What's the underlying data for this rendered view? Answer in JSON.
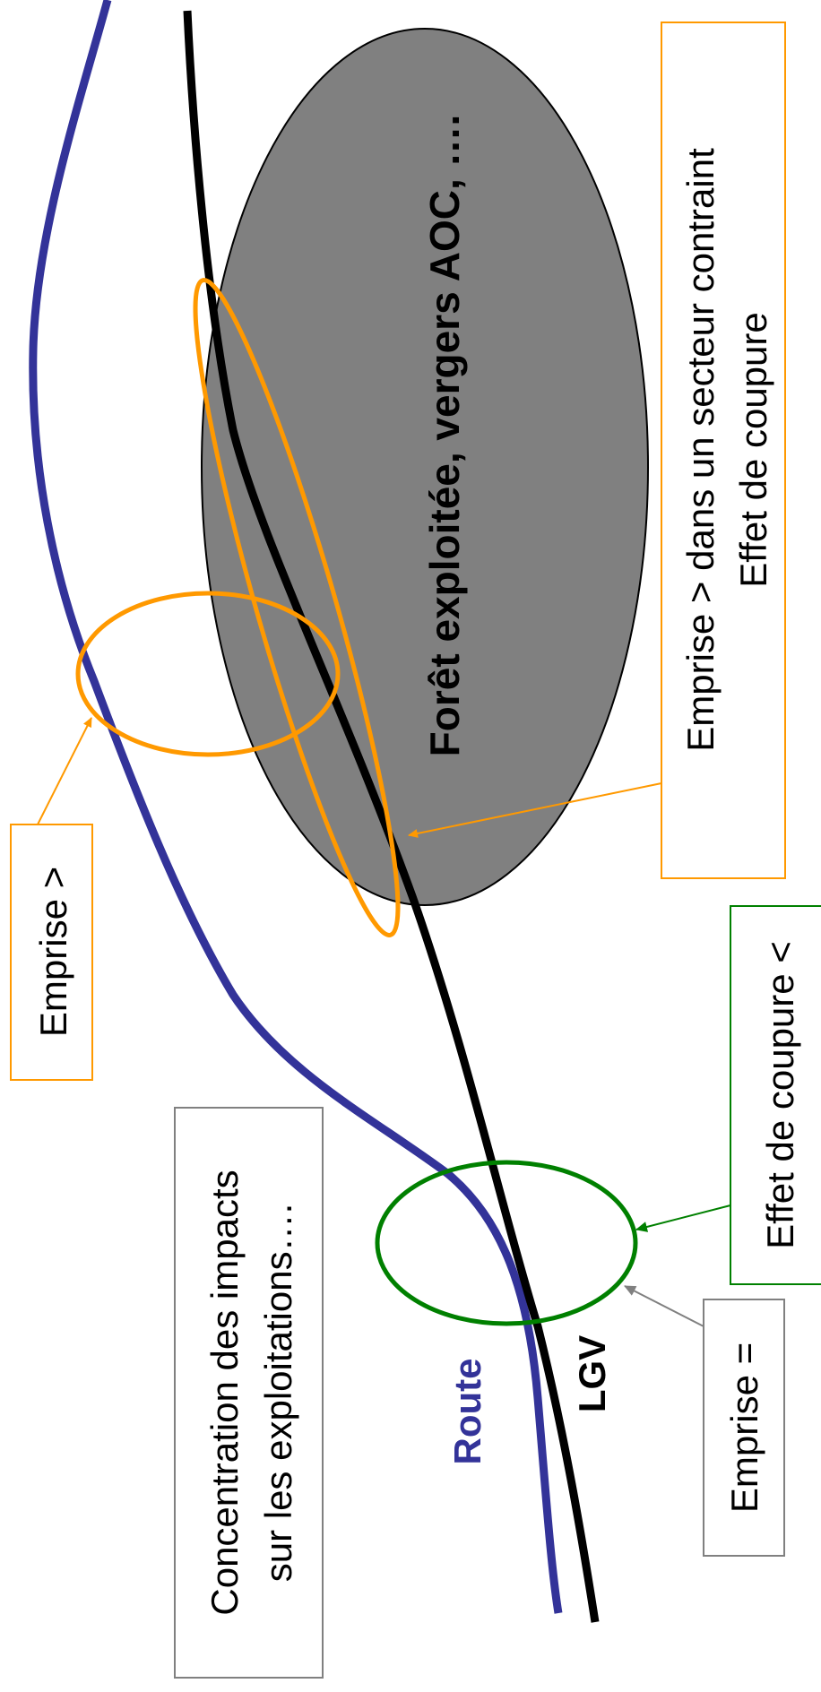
{
  "colors": {
    "route": "#333399",
    "lgv": "#000000",
    "forest_fill": "#808080",
    "orange": "#ff9900",
    "green": "#008000",
    "gray_box": "#808080"
  },
  "labels": {
    "route": "Route",
    "lgv": "LGV",
    "forest": "Forêt exploitée, vergers AOC, ….",
    "concentration_line1": "Concentration des impacts",
    "concentration_line2": "sur les exploitations….",
    "emprise_greater": "Emprise >",
    "emprise_contraint_line1": "Emprise > dans un secteur contraint",
    "emprise_contraint_line2": "Effet de coupure",
    "effet_coupure_less": "Effet de coupure <",
    "emprise_equal": "Emprise ="
  }
}
